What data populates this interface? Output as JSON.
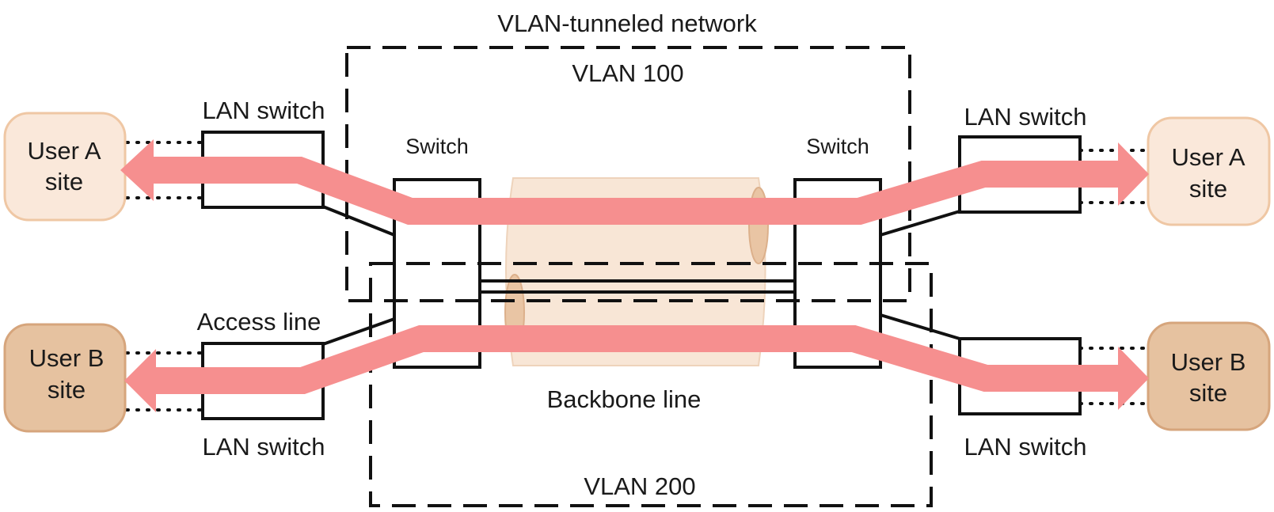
{
  "title": "VLAN-tunneled network",
  "vlans": {
    "top": "VLAN 100",
    "bottom": "VLAN 200"
  },
  "sites": {
    "left_a": [
      "User A",
      "site"
    ],
    "right_a": [
      "User A",
      "site"
    ],
    "left_b": [
      "User B",
      "site"
    ],
    "right_b": [
      "User B",
      "site"
    ]
  },
  "switches": {
    "left": "Switch",
    "right": "Switch"
  },
  "lan_switches": {
    "top_left": "LAN switch",
    "top_right": "LAN switch",
    "bottom_left": "LAN switch",
    "bottom_right": "LAN switch"
  },
  "lines": {
    "access": "Access line",
    "backbone": "Backbone line"
  },
  "colors": {
    "flow": "#f68f8f",
    "site_a": "#fae8da",
    "site_b": "#e6c2a0",
    "backbone": "#f8e6d6"
  }
}
